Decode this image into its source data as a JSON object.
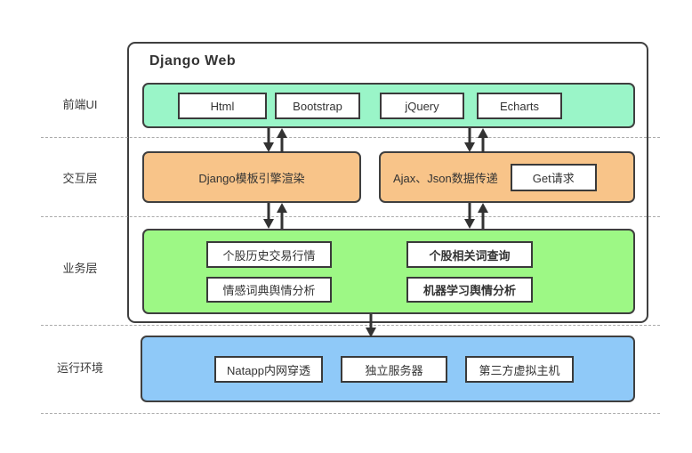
{
  "title": "Django Web",
  "side_labels": [
    "前端UI",
    "交互层",
    "业务层",
    "运行环境"
  ],
  "frontend_items": [
    "Html",
    "Bootstrap",
    "jQuery",
    "Echarts"
  ],
  "interaction": {
    "template_engine": "Django模板引擎渲染",
    "ajax": "Ajax、Json数据传递",
    "get_request": "Get请求"
  },
  "business": {
    "history": "个股历史交易行情",
    "related_words": "个股相关词查询",
    "sentiment_dict": "情感词典舆情分析",
    "ml_sentiment": "机器学习舆情分析"
  },
  "runtime_items": [
    "Natapp内网穿透",
    "独立服务器",
    "第三方虚拟主机"
  ],
  "colors": {
    "mint": "#9af5c8",
    "orange": "#f8c489",
    "green": "#9df885",
    "blue": "#8fc9f8",
    "border": "#3f3f3f",
    "dash": "#ababab",
    "text": "#333333"
  }
}
